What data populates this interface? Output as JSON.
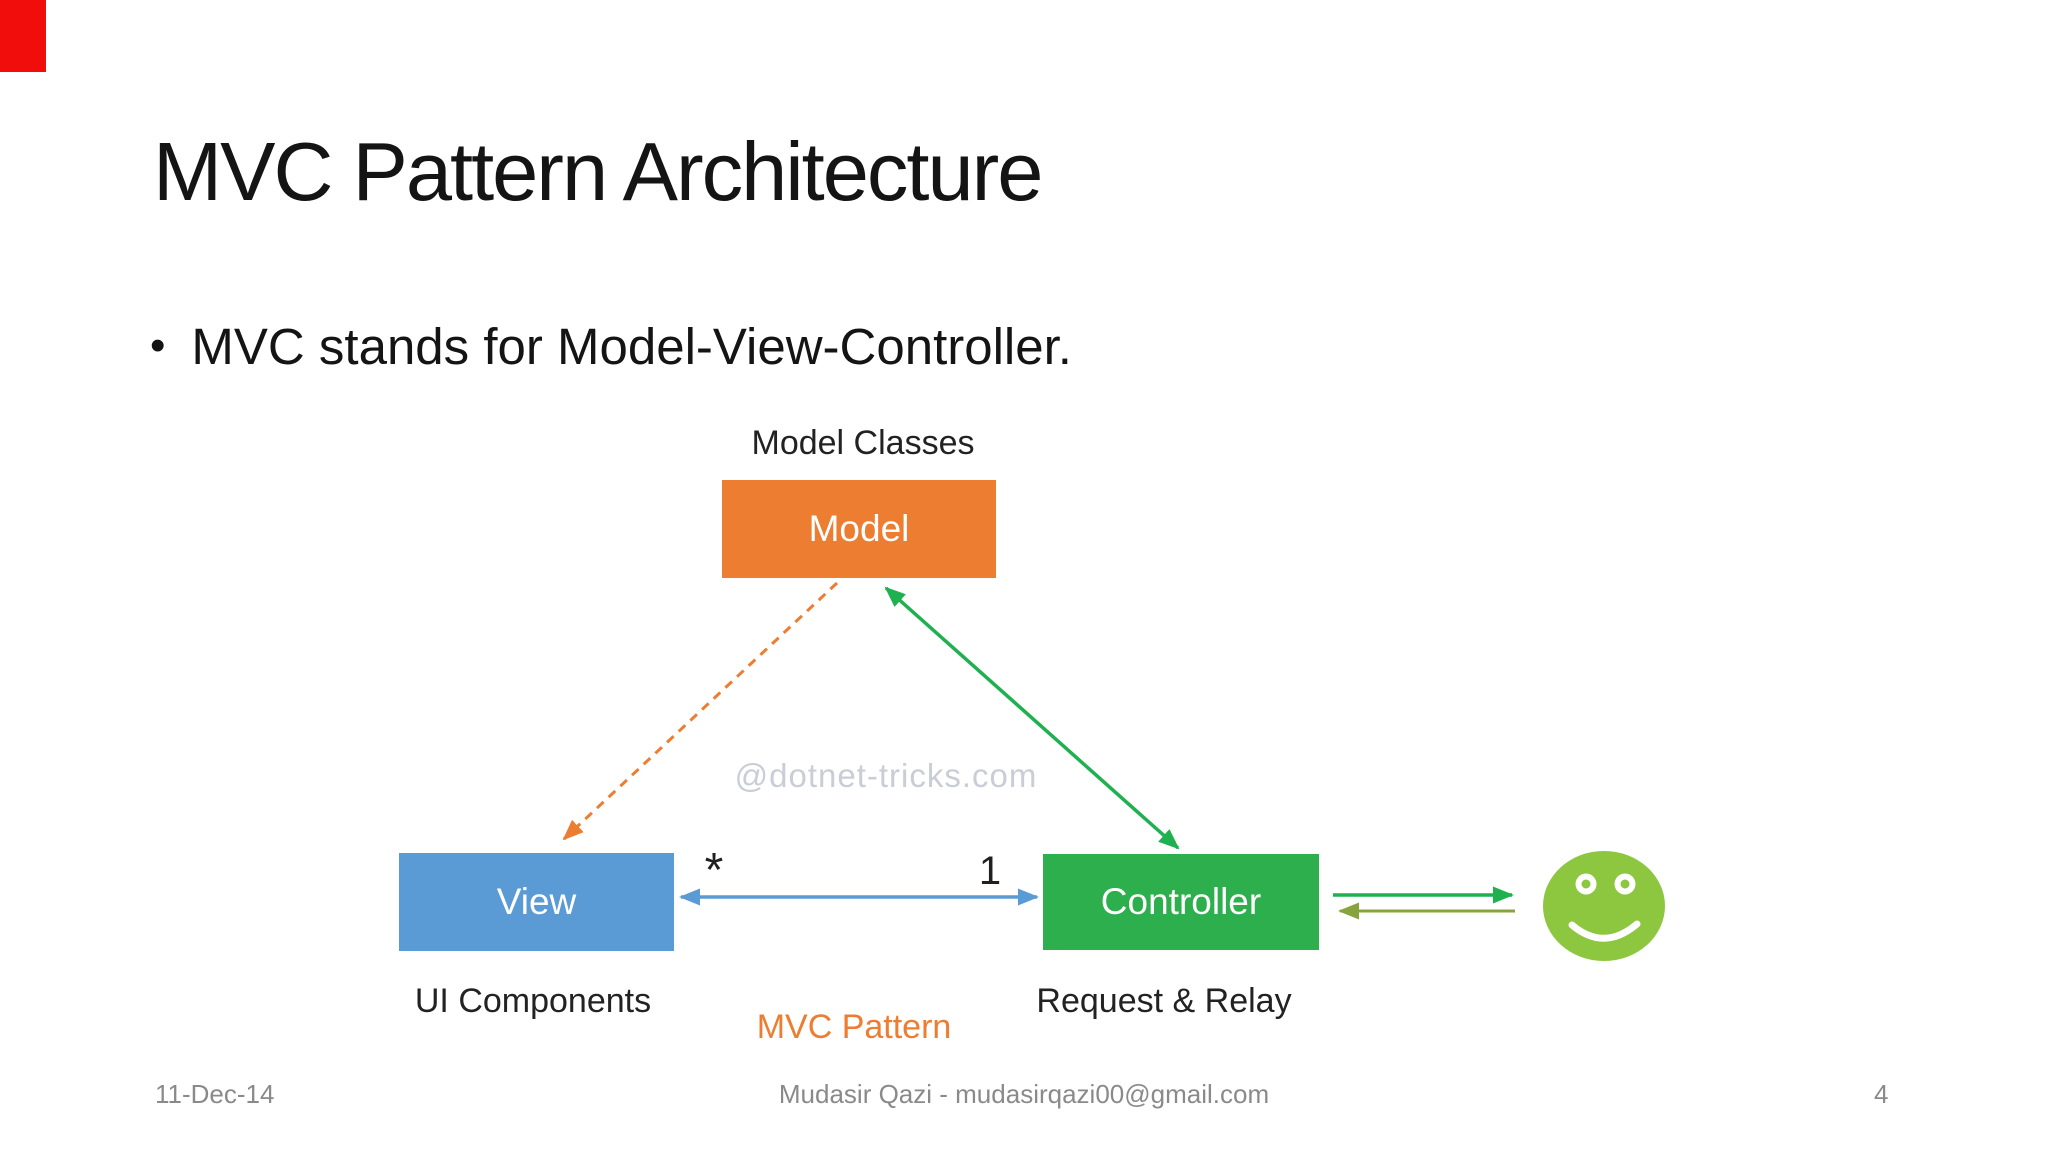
{
  "decor": {
    "red_bar_color": "#F20D0D"
  },
  "slide": {
    "title": "MVC Pattern Architecture",
    "bullet_glyph": "•",
    "bullet": "MVC stands for Model-View-Controller.",
    "footer": {
      "date": "11-Dec-14",
      "author": "Mudasir Qazi - mudasirqazi00@gmail.com",
      "page": "4"
    }
  },
  "diagram": {
    "watermark": "@dotnet-tricks.com",
    "watermark_color": "#C9CDD6",
    "caption": "MVC Pattern",
    "caption_color": "#ED7D31",
    "labels": {
      "model_top": "Model Classes",
      "view_bottom": "UI Components",
      "controller_bottom": "Request & Relay"
    },
    "nodes": {
      "model": {
        "label": "Model",
        "color": "#ED7D31"
      },
      "view": {
        "label": "View",
        "color": "#5B9BD5"
      },
      "controller": {
        "label": "Controller",
        "color": "#2EAF4D"
      }
    },
    "edges": {
      "model_view": {
        "color": "#ED7D31",
        "style": "dashed"
      },
      "model_controller": {
        "color": "#1FB050",
        "style": "solid-double"
      },
      "view_controller": {
        "color": "#5B9BD5",
        "style": "solid-double",
        "left_multiplicity": "*",
        "right_multiplicity": "1"
      },
      "controller_user": {
        "color": "#1FB050",
        "style": "solid"
      },
      "user_controller": {
        "color": "#86A33E",
        "style": "solid"
      }
    },
    "smiley": {
      "color": "#8DC63F"
    }
  }
}
